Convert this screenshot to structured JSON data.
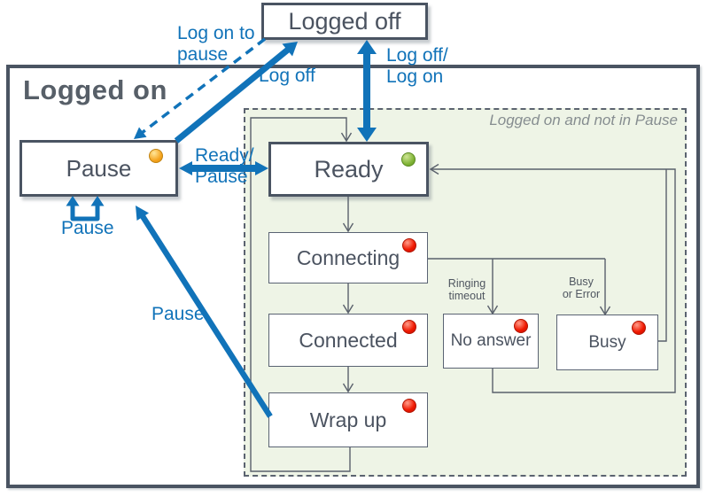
{
  "colors": {
    "accent": "#1173b9",
    "box_border": "#4a5462",
    "state_text": "#4b5360",
    "region_fill": "#eef4e6",
    "region_label": "#868d90",
    "connector_gray": "#59606b",
    "led_red": "#f01800",
    "led_amber": "#f5a31d",
    "led_green": "#7fb335"
  },
  "outer": {
    "title": "Logged on"
  },
  "logged_off": {
    "label": "Logged off"
  },
  "region": {
    "label": "Logged on and not in Pause"
  },
  "states": {
    "pause": {
      "label": "Pause",
      "led": "amber"
    },
    "ready": {
      "label": "Ready",
      "led": "green"
    },
    "connecting": {
      "label": "Connecting",
      "led": "red"
    },
    "connected": {
      "label": "Connected",
      "led": "red"
    },
    "wrap_up": {
      "label": "Wrap up",
      "led": "red"
    },
    "no_answer": {
      "label": "No answer",
      "led": "red"
    },
    "busy": {
      "label": "Busy",
      "led": "red"
    }
  },
  "transitions": {
    "log_on_to_pause": "Log on to\npause",
    "log_off": "Log off",
    "log_off_log_on": "Log off/\nLog on",
    "ready_pause": "Ready/\nPause",
    "pause_self": "Pause",
    "pause_from_wrap_up": "Pause",
    "ringing_timeout": "Ringing\ntimeout",
    "busy_or_error": "Busy\nor Error"
  }
}
